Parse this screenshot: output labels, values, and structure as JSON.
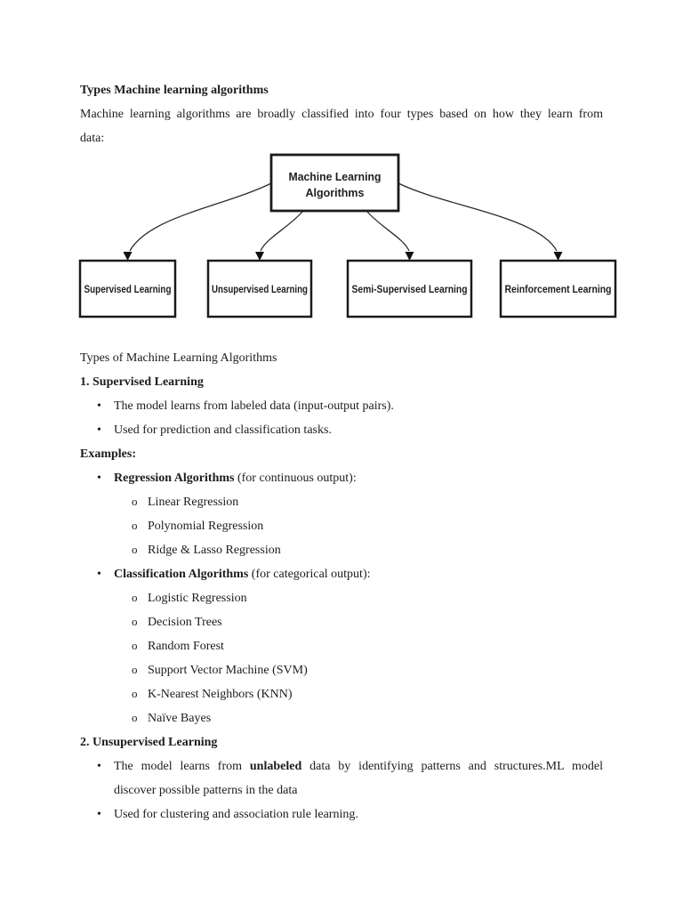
{
  "doc": {
    "title": "Types Machine learning algorithms",
    "intro": {
      "line1": "Machine learning algorithms are broadly classified into four types based on how they learn from",
      "line2": "data:"
    },
    "diagram": {
      "root_line1": "Machine Learning",
      "root_line2": "Algorithms",
      "children": [
        "Supervised Learning",
        "Unsupervised Learning",
        "Semi-Supervised Learning",
        "Reinforcement Learning"
      ],
      "border_color": "#1a1a1a",
      "text_color": "#1f1f1f"
    },
    "body": {
      "types_heading": "Types of Machine Learning Algorithms",
      "s1": {
        "heading": "1. Supervised Learning",
        "bullet1": "The model learns from labeled data (input-output pairs).",
        "bullet2": "Used for prediction and classification tasks.",
        "examples": "Examples:",
        "g1": {
          "bold": "Regression Algorithms",
          "rest": "(for continuous output):",
          "items": [
            "Linear Regression",
            "Polynomial Regression",
            "Ridge & Lasso Regression"
          ]
        },
        "g2": {
          "bold": "Classification Algorithms",
          "rest": "(for categorical output):",
          "items": [
            "Logistic Regression",
            "Decision Trees",
            "Random Forest",
            "Support Vector Machine (SVM)",
            "K-Nearest Neighbors (KNN)",
            "Naïve Bayes"
          ]
        }
      },
      "s2": {
        "heading": "2. Unsupervised Learning",
        "b1": {
          "pre": "The model learns from",
          "bold": "unlabeled",
          "rest": "data by identifying patterns and structures.ML model",
          "line2": "discover possible patterns in the data"
        },
        "b2": "Used for clustering and association rule learning."
      }
    },
    "markers": {
      "bullet": "•",
      "sub": "o"
    },
    "colors": {
      "text": "#1c1c1c",
      "background": "#ffffff"
    }
  }
}
